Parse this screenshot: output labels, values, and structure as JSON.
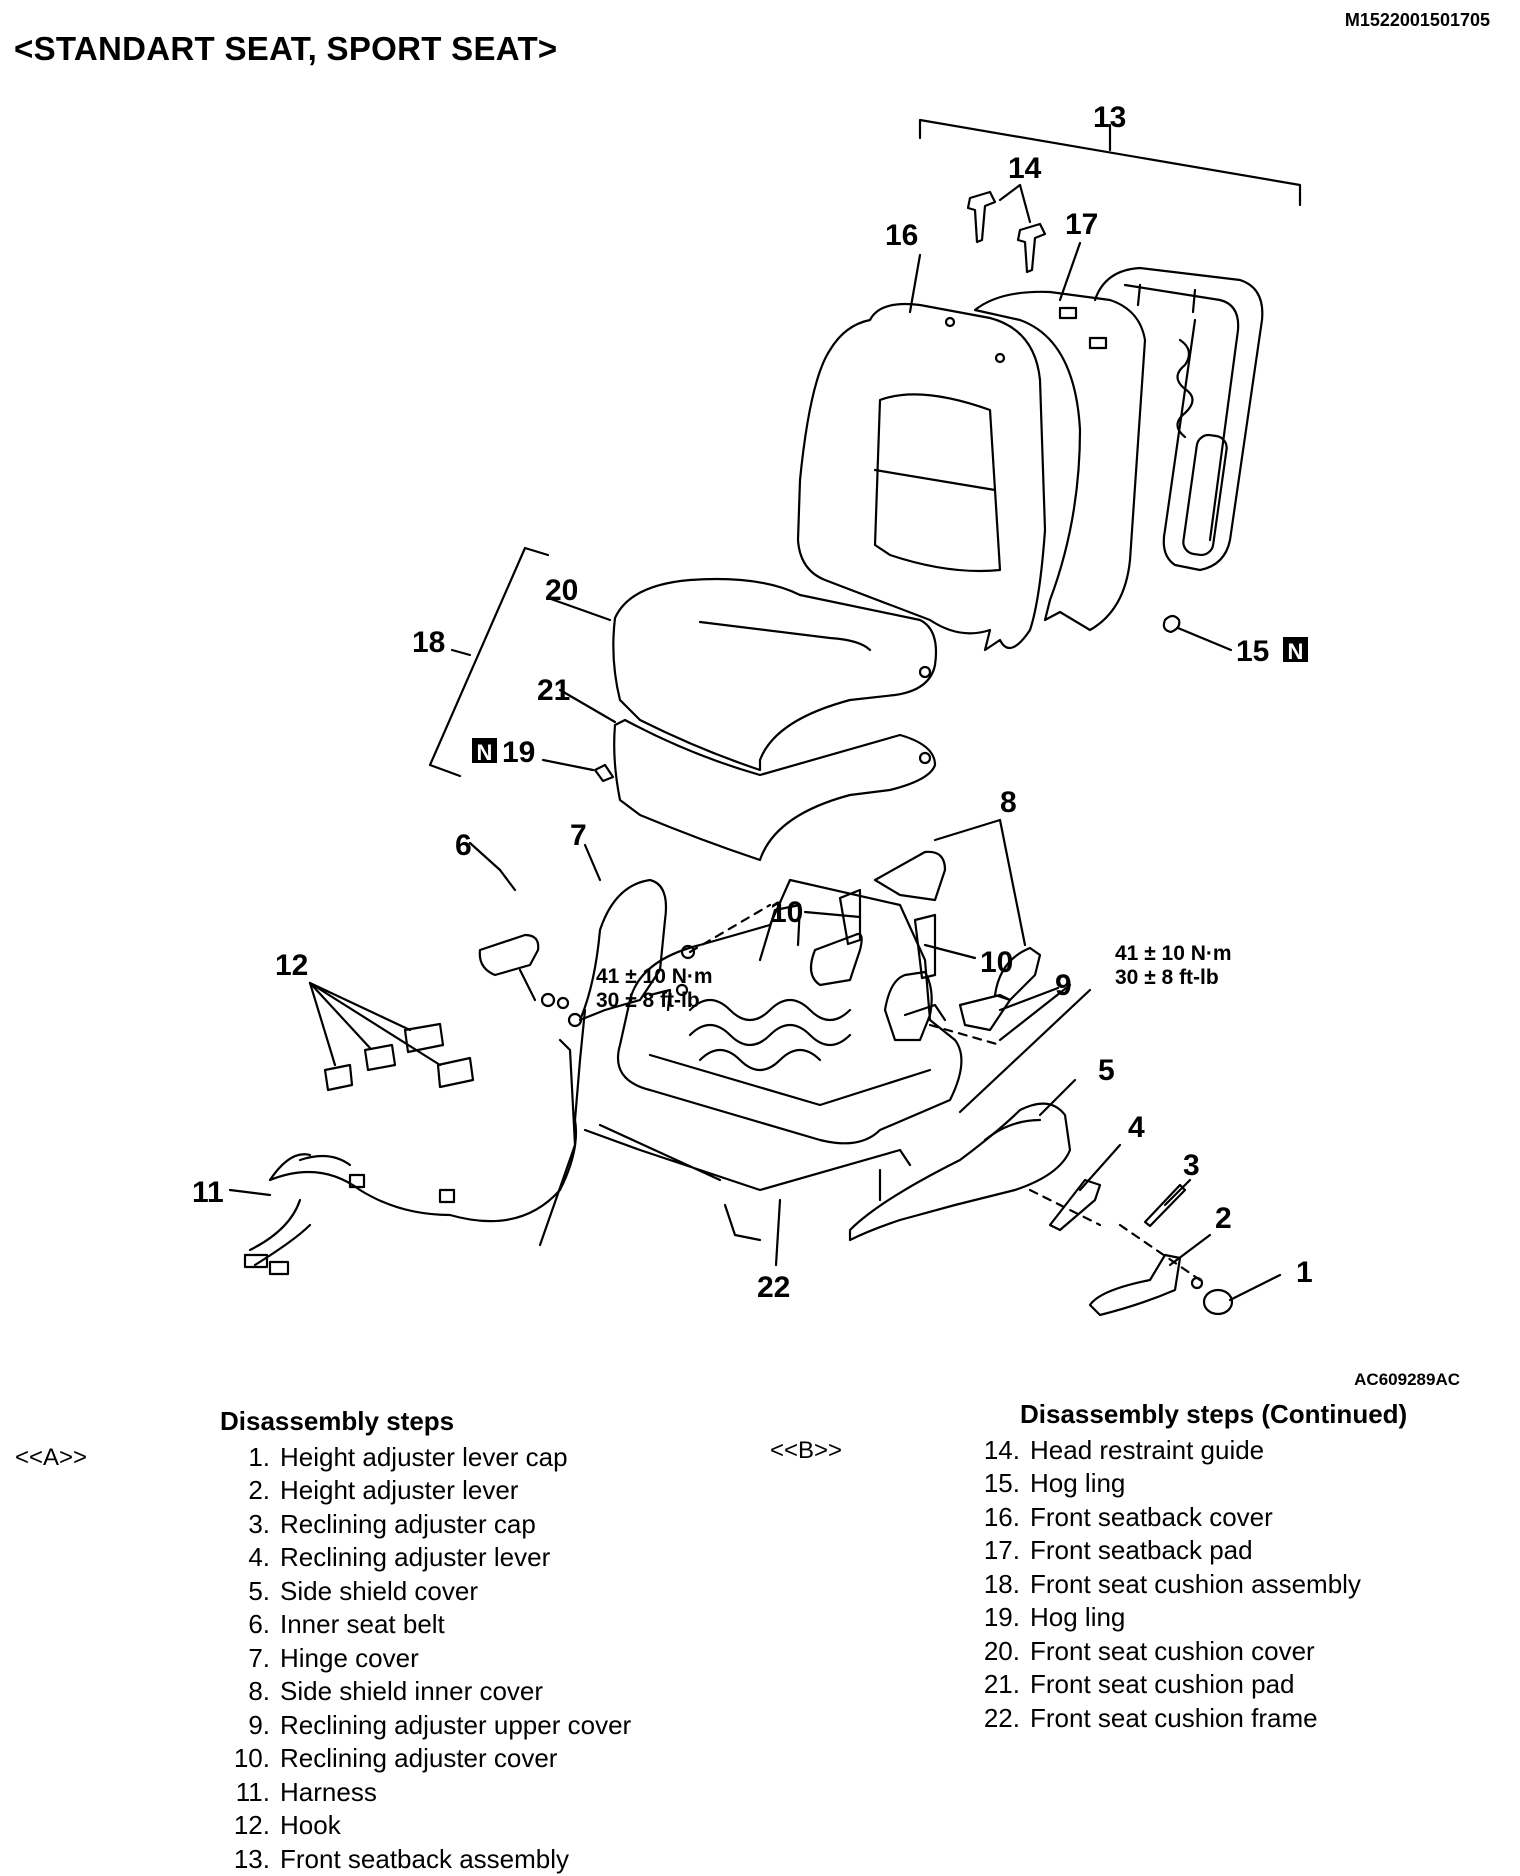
{
  "doc_id": "M1522001501705",
  "title": "<STANDART SEAT, SPORT SEAT>",
  "figure_id": "AC609289AC",
  "callouts": {
    "c1": "1",
    "c2": "2",
    "c3": "3",
    "c4": "4",
    "c5": "5",
    "c6": "6",
    "c7": "7",
    "c8": "8",
    "c9": "9",
    "c10a": "10",
    "c10b": "10",
    "c11": "11",
    "c12": "12",
    "c13": "13",
    "c14": "14",
    "c15": "15",
    "c16": "16",
    "c17": "17",
    "c18": "18",
    "c19": "19",
    "c20": "20",
    "c21": "21",
    "c22": "22",
    "n_mark": "N"
  },
  "torque": {
    "left_nm": "41 ± 10 N·m",
    "left_ftlb": "30 ± 8 ft-lb",
    "right_nm": "41 ± 10 N·m",
    "right_ftlb": "30 ± 8 ft-lb"
  },
  "steps_left": {
    "heading": "Disassembly steps",
    "mark_a": "<<A>>",
    "items": [
      {
        "num": "1.",
        "label": "Height adjuster lever cap"
      },
      {
        "num": "2.",
        "label": "Height adjuster lever"
      },
      {
        "num": "3.",
        "label": "Reclining adjuster cap"
      },
      {
        "num": "4.",
        "label": "Reclining adjuster lever"
      },
      {
        "num": "5.",
        "label": "Side shield cover"
      },
      {
        "num": "6.",
        "label": "Inner seat belt"
      },
      {
        "num": "7.",
        "label": "Hinge cover"
      },
      {
        "num": "8.",
        "label": "Side shield inner cover"
      },
      {
        "num": "9.",
        "label": "Reclining adjuster upper cover"
      },
      {
        "num": "10.",
        "label": "Reclining adjuster cover"
      },
      {
        "num": "11.",
        "label": "Harness"
      },
      {
        "num": "12.",
        "label": "Hook"
      },
      {
        "num": "13.",
        "label": "Front seatback assembly"
      }
    ]
  },
  "steps_right": {
    "heading": "Disassembly steps (Continued)",
    "mark_b": "<<B>>",
    "items": [
      {
        "num": "14.",
        "label": "Head restraint guide"
      },
      {
        "num": "15.",
        "label": "Hog ling"
      },
      {
        "num": "16.",
        "label": "Front seatback cover"
      },
      {
        "num": "17.",
        "label": "Front seatback pad"
      },
      {
        "num": "18.",
        "label": "Front seat cushion assembly"
      },
      {
        "num": "19.",
        "label": "Hog ling"
      },
      {
        "num": "20.",
        "label": "Front seat cushion cover"
      },
      {
        "num": "21.",
        "label": "Front seat cushion pad"
      },
      {
        "num": "22.",
        "label": "Front seat cushion frame"
      }
    ]
  }
}
